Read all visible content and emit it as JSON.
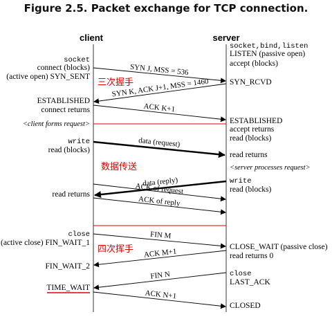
{
  "title": "Figure 2.5. Packet exchange for TCP connection.",
  "hosts": {
    "client": "client",
    "server": "server"
  },
  "client": {
    "socket": "socket",
    "connect": "connect (blocks)",
    "active_open": "(active open) SYN_SENT",
    "established": "ESTABLISHED",
    "connect_returns": "connect returns",
    "forms_request": "<client forms request>",
    "write": "write",
    "read_blocks": "read (blocks)",
    "read_returns": "read returns",
    "close": "close",
    "active_close": "(active close) FIN_WAIT_1",
    "fin_wait_2": "FIN_WAIT_2",
    "time_wait": "TIME_WAIT"
  },
  "server": {
    "socket_bind_listen": "socket,bind,listen",
    "listen": "LISTEN (passive open)",
    "accept_blocks": "accept (blocks)",
    "syn_rcvd": "SYN_RCVD",
    "established": "ESTABLISHED",
    "accept_returns": "accept returns",
    "read_blocks": "read (blocks)",
    "read_returns": "read returns",
    "processes_request": "<server processes request>",
    "write": "write",
    "read_blocks_2": "read (blocks)",
    "close_wait": "CLOSE_WAIT (passive close)",
    "read_returns_0": "read returns 0",
    "close": "close",
    "last_ack": "LAST_ACK",
    "closed": "CLOSED"
  },
  "messages": {
    "syn": "SYN J, MSS = 536",
    "synack": "SYN K, ACK J+1, MSS = 1460",
    "ack1": "ACK K+1",
    "data_request": "data (request)",
    "data_reply": "data (reply)",
    "ack_request": "ACK of request",
    "ack_reply": "ACK of reply",
    "fin_m": "FIN M",
    "ack_m": "ACK M+1",
    "fin_n": "FIN N",
    "ack_n": "ACK N+1"
  },
  "annotations": {
    "handshake": "三次握手",
    "data_transfer": "数据传送",
    "wave": "四次挥手"
  },
  "colors": {
    "highlight": "#e00000",
    "line": "#000000"
  }
}
